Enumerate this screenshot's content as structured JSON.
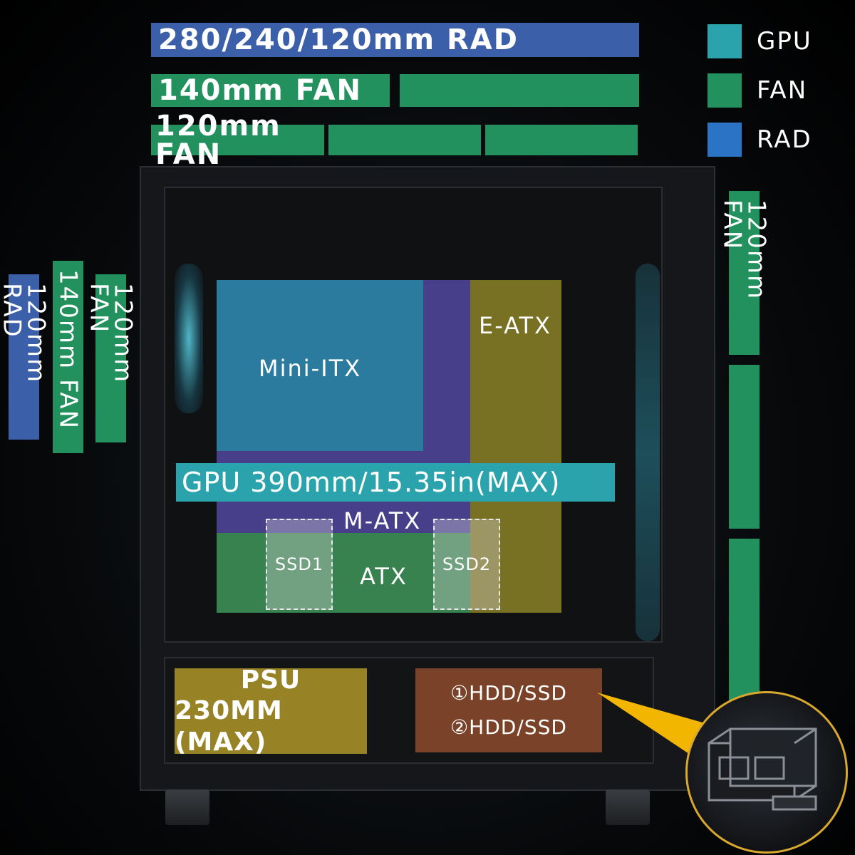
{
  "top_bars": {
    "rad_label": "280/240/120mm RAD",
    "fan140_label": "140mm FAN",
    "fan120_label": "120mm FAN"
  },
  "legend": [
    {
      "label": "GPU",
      "color": "#2aa3ad"
    },
    {
      "label": "FAN",
      "color": "#22915e"
    },
    {
      "label": "RAD",
      "color": "#2b73c4"
    }
  ],
  "left_bars": {
    "rad_label": "120mm RAD",
    "fan140_label": "140mm FAN",
    "fan120_label": "120mm FAN"
  },
  "right_bar": {
    "fan120_label": "120mm FAN"
  },
  "boards": {
    "mini_itx": "Mini-ITX",
    "e_atx": "E-ATX",
    "m_atx": "M-ATX",
    "atx": "ATX"
  },
  "gpu_clearance": "GPU 390mm/15.35in(MAX)",
  "ssd": [
    "SSD1",
    "SSD2"
  ],
  "psu": {
    "line1": "PSU",
    "line2": "230MM (MAX)"
  },
  "drive_bays": {
    "line1": "①HDD/SSD",
    "line2": "②HDD/SSD"
  },
  "colors": {
    "rad": "#3b5fa8",
    "fan": "#22915e",
    "gpu": "#2aa3ad",
    "psu": "#af9628",
    "hdd": "#7a4228"
  }
}
